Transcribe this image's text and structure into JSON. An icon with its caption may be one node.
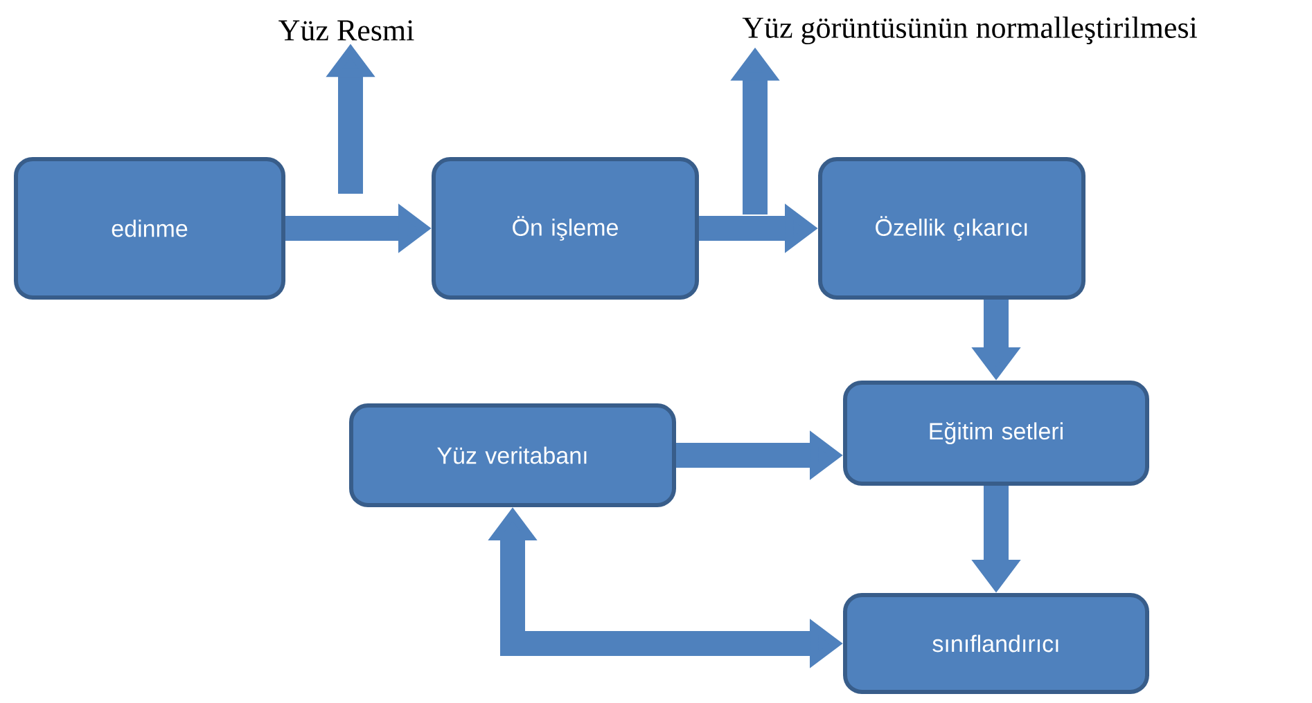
{
  "diagram": {
    "nodes": [
      {
        "text": [
          "edinme"
        ]
      },
      {
        "text": [
          "Ön işleme"
        ]
      },
      {
        "text": [
          "Özellik çıkarıcı"
        ]
      },
      {
        "text": [
          "Eğitim setleri"
        ]
      },
      {
        "text": [
          "Yüz veritabanı"
        ]
      },
      {
        "text": [
          "sınıflandırıcı"
        ]
      },
      {
        "text": [
          "Yüz Resmi"
        ]
      },
      {
        "text": [
          "Yüz görüntüsünün normalleştirilmesi"
        ]
      }
    ],
    "edges": [
      {
        "from": 0,
        "to": 1,
        "arrow": "to"
      },
      {
        "from": null,
        "to": 6,
        "arrow": "to"
      },
      {
        "from": 1,
        "to": 2,
        "arrow": "to"
      },
      {
        "from": null,
        "to": 7,
        "arrow": "to"
      },
      {
        "from": 2,
        "to": 3,
        "arrow": "to"
      },
      {
        "from": 4,
        "to": 3,
        "arrow": "to"
      },
      {
        "from": 3,
        "to": 5,
        "arrow": "to"
      },
      {
        "from": 5,
        "to": 4,
        "arrow": "both"
      }
    ]
  }
}
